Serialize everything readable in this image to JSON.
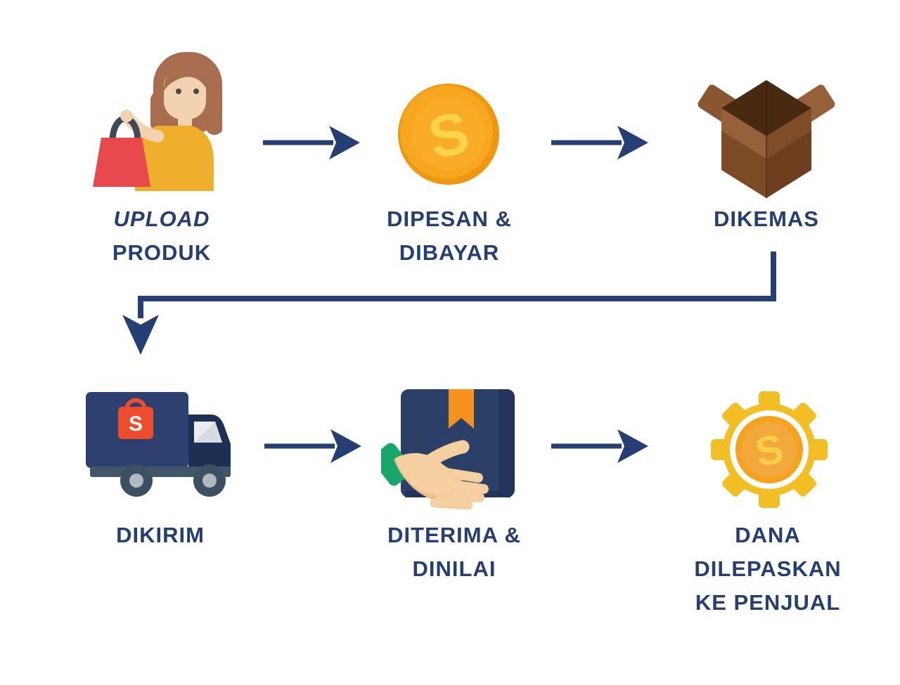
{
  "diagram": {
    "type": "flowchart",
    "steps": [
      {
        "id": "upload-produk",
        "icon": "seller-with-bag-icon",
        "lines": [
          "UPLOAD",
          "PRODUK"
        ]
      },
      {
        "id": "dipesan-dibayar",
        "icon": "coin-icon",
        "lines": [
          "DIPESAN &",
          "DIBAYAR"
        ]
      },
      {
        "id": "dikemas",
        "icon": "open-box-icon",
        "lines": [
          "DIKEMAS"
        ]
      },
      {
        "id": "dikirim",
        "icon": "delivery-truck-icon",
        "lines": [
          "DIKIRIM"
        ]
      },
      {
        "id": "diterima-dinilai",
        "icon": "hand-package-icon",
        "lines": [
          "DITERIMA &",
          "DINILAI"
        ]
      },
      {
        "id": "dana-dilepaskan",
        "icon": "gear-coin-icon",
        "lines": [
          "DANA",
          "DILEPASKAN",
          "KE PENJUAL"
        ]
      }
    ],
    "connectors": [
      {
        "from": "upload-produk",
        "to": "dipesan-dibayar",
        "style": "arrow-right"
      },
      {
        "from": "dipesan-dibayar",
        "to": "dikemas",
        "style": "arrow-right"
      },
      {
        "from": "dikemas",
        "to": "dikirim",
        "style": "elbow-down-left-arrow"
      },
      {
        "from": "dikirim",
        "to": "diterima-dinilai",
        "style": "arrow-right"
      },
      {
        "from": "diterima-dinilai",
        "to": "dana-dilepaskan",
        "style": "arrow-right"
      }
    ],
    "icon_text": {
      "coin_letter": "S",
      "truck_logo_letter": "S",
      "gear_coin_letter": "S"
    },
    "colors": {
      "text_navy": "#253E73",
      "arrow_navy": "#253E73",
      "shopee_orange": "#EE4D2D",
      "coin_gold": "#F7A41C",
      "coin_letter_yellow": "#FFD24A",
      "gear_yellow": "#F2BE24",
      "box_brown": "#7C4A25",
      "bag_red": "#E8494D",
      "shirt_yellow": "#EFAF2B",
      "skin": "#F2D2B0",
      "hair_brown": "#A86D4E",
      "truck_navy": "#2C4170",
      "cuff_green": "#17A76B",
      "ribbon_orange": "#F6921E"
    }
  }
}
